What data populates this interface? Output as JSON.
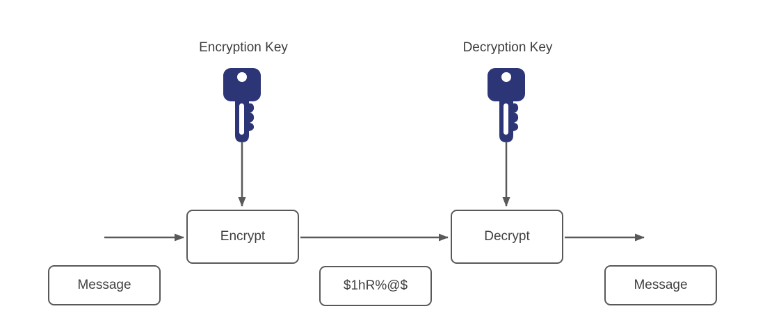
{
  "diagram": {
    "encryption": {
      "key_label": "Encryption Key",
      "box_label": "Encrypt"
    },
    "decryption": {
      "key_label": "Decryption Key",
      "box_label": "Decrypt"
    },
    "plaintext_input_label": "Message",
    "ciphertext_label": "$1hR%@$",
    "plaintext_output_label": "Message",
    "colors": {
      "key_fill": "#2c3576",
      "key_cutout": "#ffffff",
      "line": "#595959",
      "box_border": "#595959",
      "text": "#404040",
      "background": "#ffffff"
    }
  }
}
